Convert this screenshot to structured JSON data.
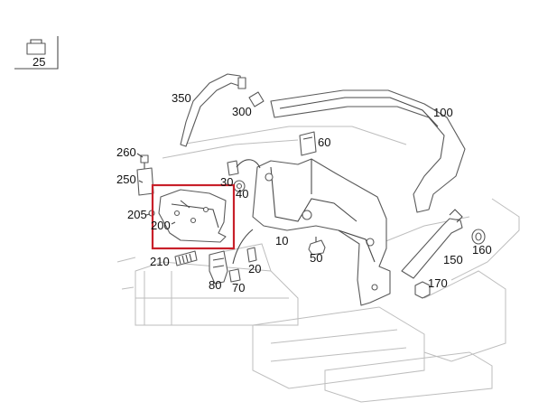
{
  "callouts": {
    "c25": "25",
    "c350": "350",
    "c300": "300",
    "c100": "100",
    "c260": "260",
    "c60": "60",
    "c250": "250",
    "c30": "30",
    "c40": "40",
    "c205": "205",
    "c200": "200",
    "c10": "10",
    "c50": "50",
    "c160": "160",
    "c150": "150",
    "c210": "210",
    "c20": "20",
    "c170": "170",
    "c80": "80",
    "c70": "70"
  },
  "colors": {
    "highlight": "#c8202a",
    "outline": "#5a5a5a",
    "background_structure": "#bdbdbd"
  }
}
